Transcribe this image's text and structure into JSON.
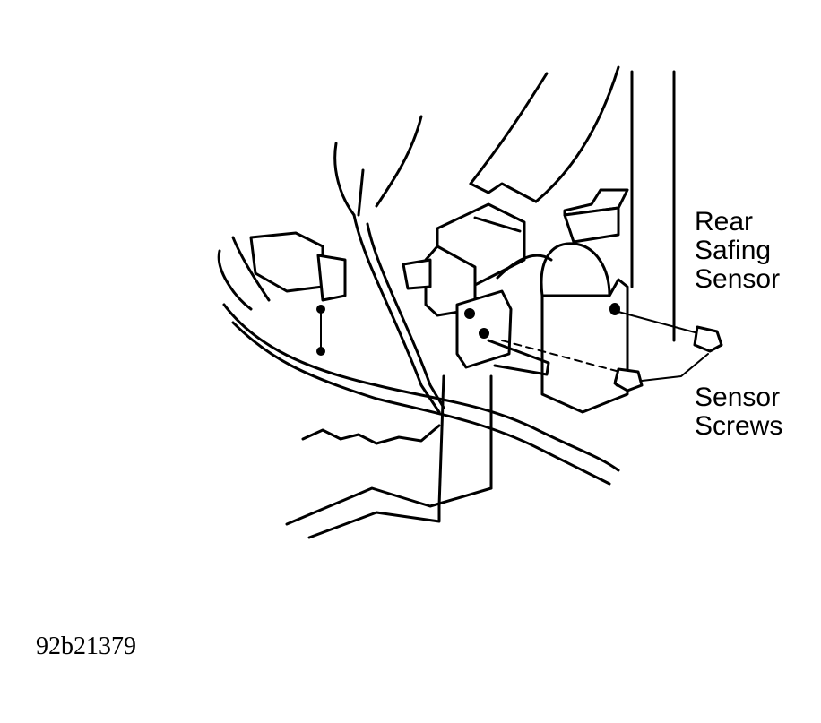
{
  "labels": {
    "rear_safing_sensor": [
      "Rear",
      "Safing",
      "Sensor"
    ],
    "sensor_screws": [
      "Sensor",
      "Screws"
    ]
  },
  "figure_id": "92b21379"
}
